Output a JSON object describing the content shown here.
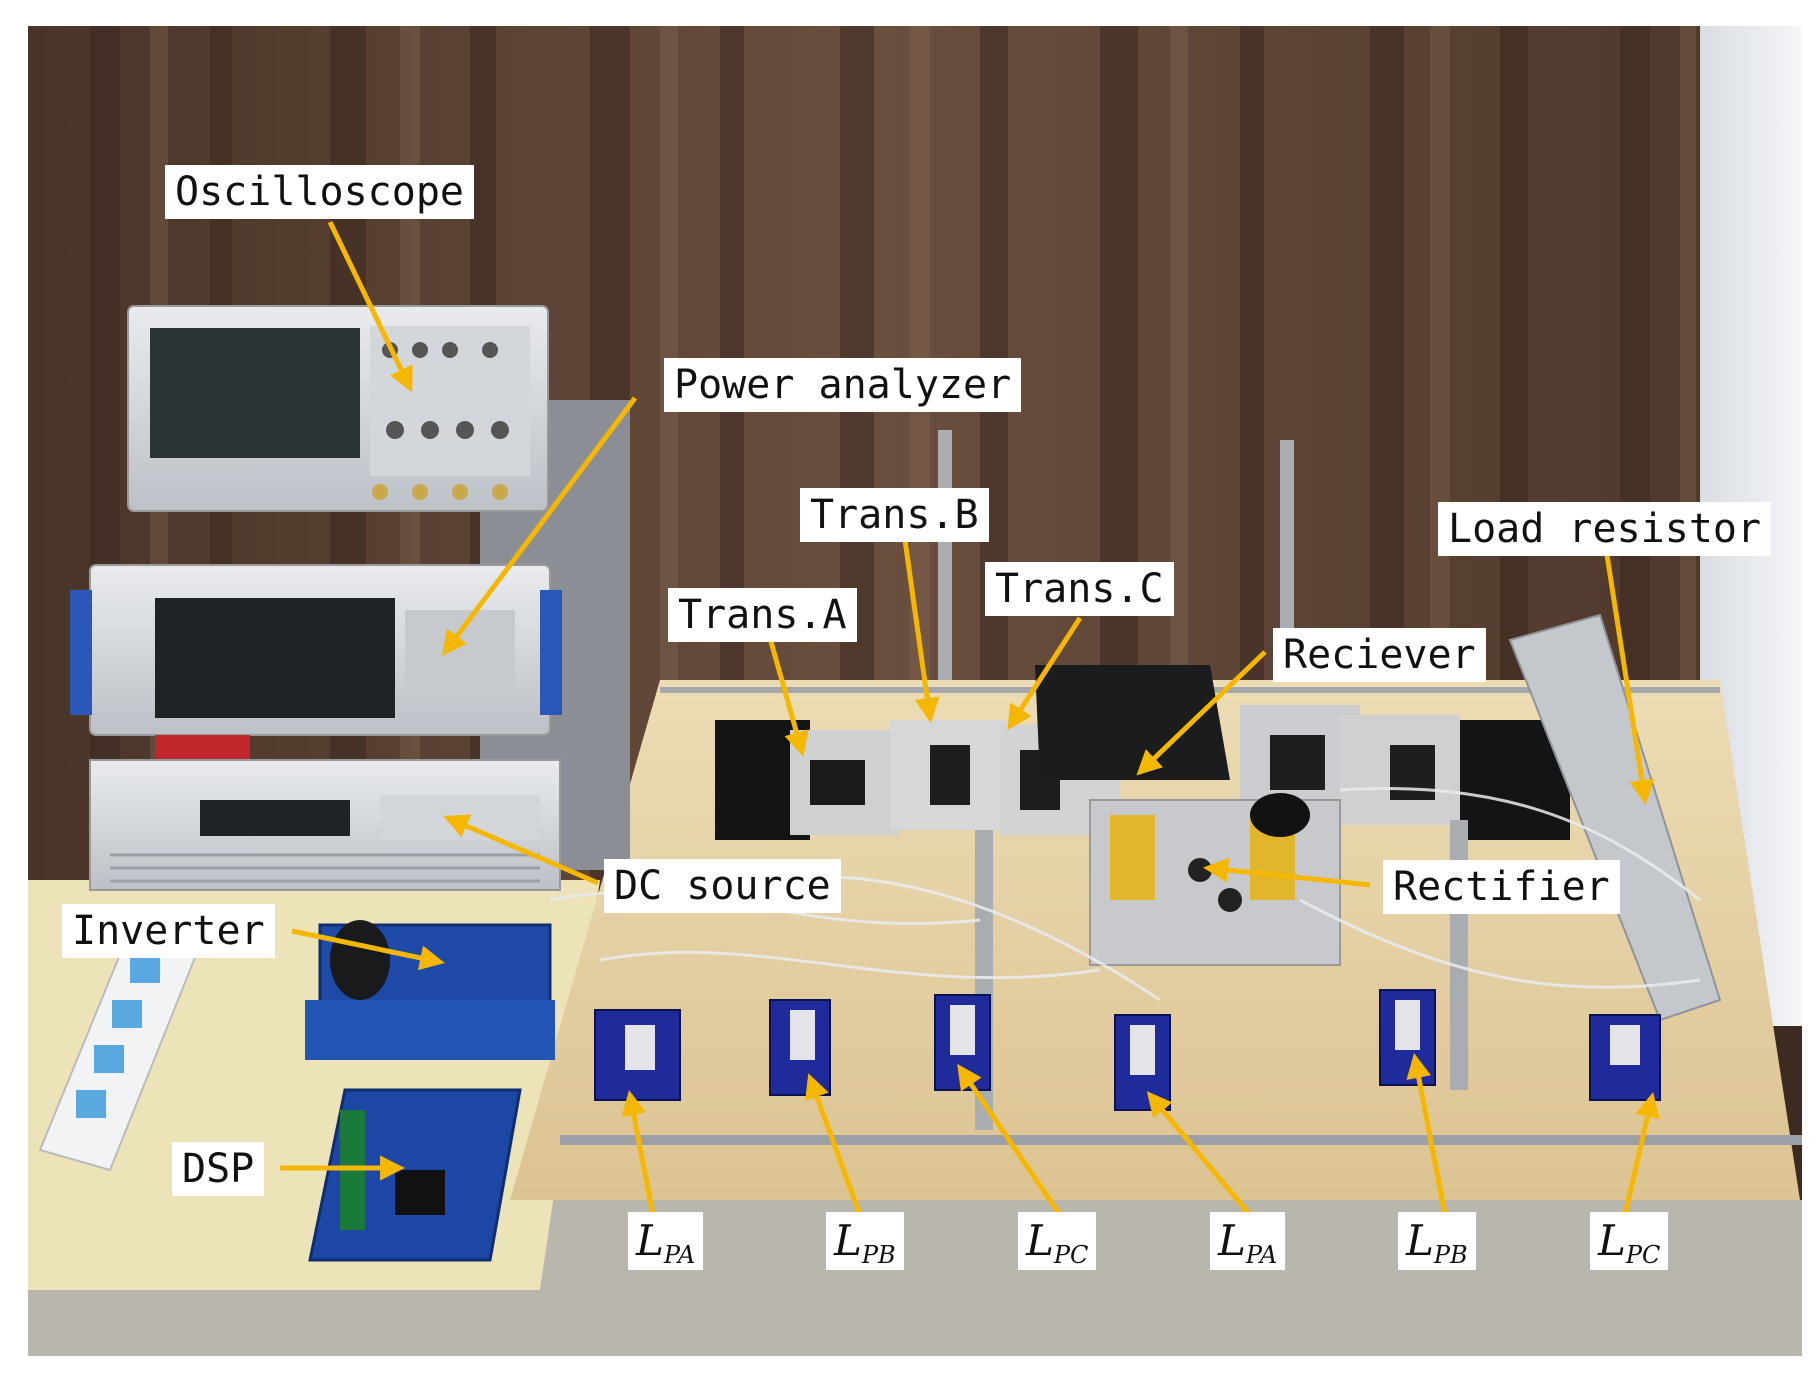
{
  "colors": {
    "arrow": "#f6b700",
    "curtain": "#5b4234",
    "table": "#e6d3a6",
    "label_bg": "#ffffff"
  },
  "labels": {
    "oscilloscope": "Oscilloscope",
    "power_analyzer": "Power analyzer",
    "trans_a": "Trans.A",
    "trans_b": "Trans.B",
    "trans_c": "Trans.C",
    "load_resistor": "Load resistor",
    "receiver": "Reciever",
    "rectifier": "Rectifier",
    "dc_source": "DC source",
    "inverter": "Inverter",
    "dsp": "DSP"
  },
  "inductors": [
    {
      "base": "L",
      "sub": "PA"
    },
    {
      "base": "L",
      "sub": "PB"
    },
    {
      "base": "L",
      "sub": "PC"
    },
    {
      "base": "L",
      "sub": "PA"
    },
    {
      "base": "L",
      "sub": "PB"
    },
    {
      "base": "L",
      "sub": "PC"
    }
  ]
}
